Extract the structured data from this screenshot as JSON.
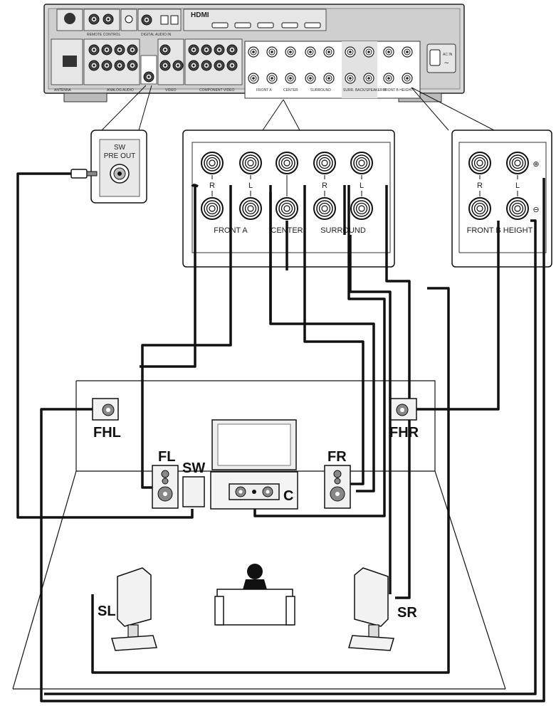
{
  "receiver": {
    "hdmi_logo": "HDMI",
    "ac_in": "AC IN",
    "terminal_labels": [
      "FRONT A",
      "CENTER",
      "SURROUND",
      "SURR. BACK/SPEAKER B",
      "FRONT B HEIGHT"
    ],
    "section_labels": [
      "REMOTE CONTROL",
      "DIGITAL AUDIO IN",
      "ANALOG AUDIO",
      "VIDEO",
      "COMPONENT VIDEO",
      "ANTENNA"
    ]
  },
  "callout_sw": {
    "line1": "SW",
    "line2": "PRE OUT"
  },
  "main_terminals": {
    "group_labels": [
      "FRONT A",
      "CENTER",
      "SURROUND"
    ],
    "channel_marks": [
      "R",
      "L",
      "",
      "R",
      "L"
    ]
  },
  "height_terminals": {
    "group_label": "FRONT B HEIGHT",
    "channel_marks": [
      "R",
      "L"
    ],
    "plus": "⊕",
    "minus": "⊖"
  },
  "speakers": {
    "fhl": "FHL",
    "fhr": "FHR",
    "fl": "FL",
    "fr": "FR",
    "sw": "SW",
    "c": "C",
    "sl": "SL",
    "sr": "SR"
  }
}
